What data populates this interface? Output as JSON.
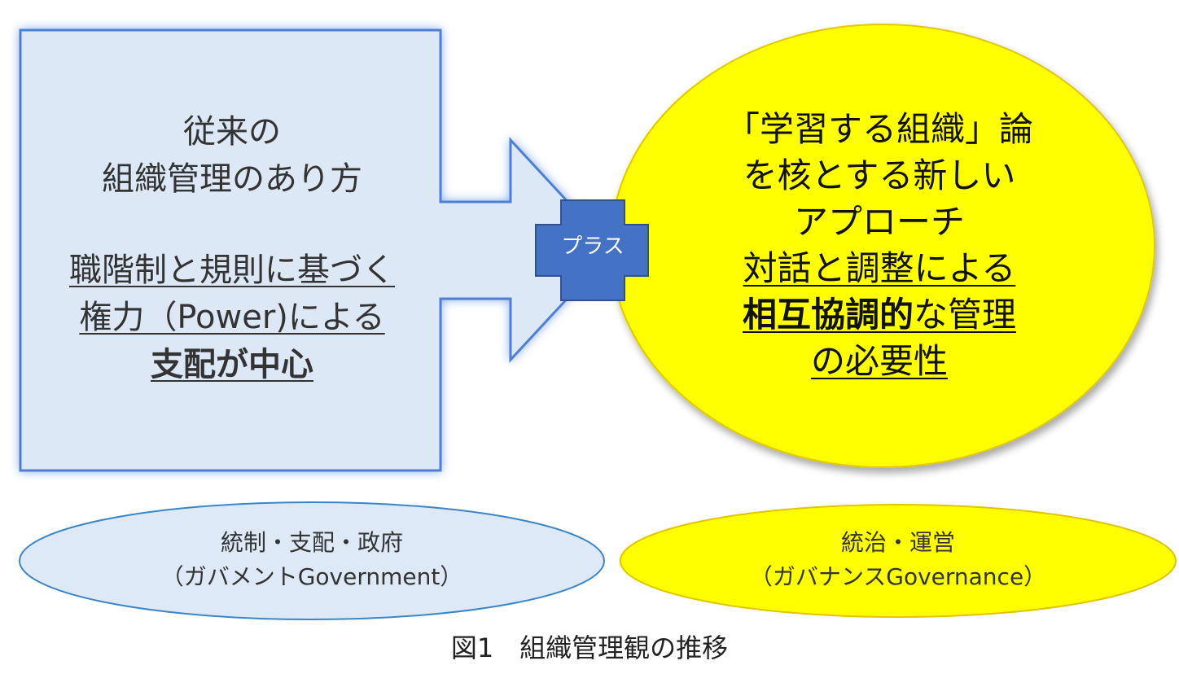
{
  "left_box": {
    "title_line1": "従来の",
    "title_line2": "組織管理のあり方",
    "body_line1": "職階制と規則に基づく",
    "body_line2": "権力（Power)による",
    "body_line3": "支配が中心"
  },
  "plus": {
    "label": "プラス"
  },
  "right_ellipse": {
    "line1": "「学習する組織」論",
    "line2": "を核とする新しい",
    "line3": "アプローチ",
    "line4": "対話と調整による",
    "line5_bold": "相互協調的",
    "line5_rest": "な管理",
    "line6": "の必要性"
  },
  "government": {
    "line1": "統制・支配・政府",
    "line2": "（ガバメントGovernment）"
  },
  "governance": {
    "line1": "統治・運営",
    "line2": "（ガバナンスGovernance）"
  },
  "caption": "図1　組織管理観の推移",
  "colors": {
    "box_fill": "#dce8f5",
    "box_stroke": "#4f7fd2",
    "plus_fill": "#4472c4",
    "yellow": "#ffff00",
    "yellow_stroke": "#e0c400",
    "gov_fill": "#dde9f6",
    "gov_stroke": "#3b86c8"
  }
}
